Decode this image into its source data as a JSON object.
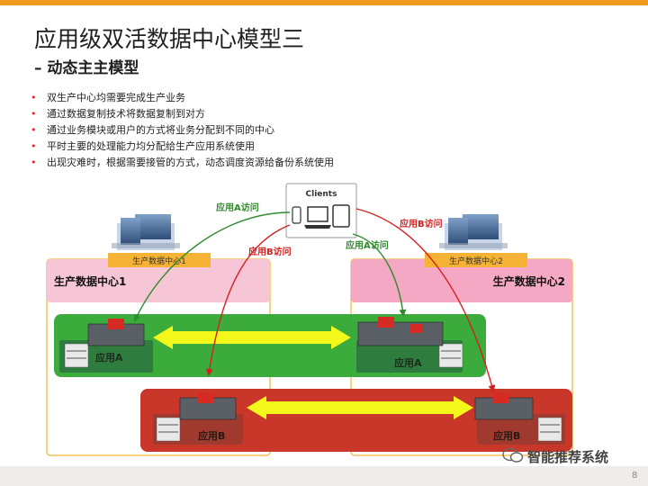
{
  "title": "应用级双活数据中心模型三",
  "subtitle": "– 动态主主模型",
  "bullets": [
    "双生产中心均需要完成生产业务",
    "通过数据复制技术将数据复制到对方",
    "通过业务模块或用户的方式将业务分配到不同的中心",
    "平时主要的处理能力均分配给生产应用系统使用",
    "出现灾难时，根据需要接管的方式，动态调度资源给备份系统使用"
  ],
  "clients_label": "Clients",
  "dc1": {
    "tag": "生产数据中心1",
    "name": "生产数据中心1"
  },
  "dc2": {
    "tag": "生产数据中心2",
    "name": "生产数据中心2"
  },
  "app_a_label": "应用A",
  "app_b_label": "应用B",
  "access_a": "应用A访问",
  "access_b": "应用B访问",
  "watermark": "智能推荐系统",
  "page_number": "8",
  "colors": {
    "accent_orange": "#f29a1f",
    "bullet_red": "#e0262a",
    "dc_pink": "#f7c6d6",
    "dc_pink_strong": "#f5a8c3",
    "tag_orange": "#f6b234",
    "app_a_green": "#3bab3c",
    "app_b_red": "#c8372a",
    "arrow_yellow": "#f4f71a",
    "access_a_color": "#2e8b2e",
    "access_b_color": "#d42020"
  }
}
